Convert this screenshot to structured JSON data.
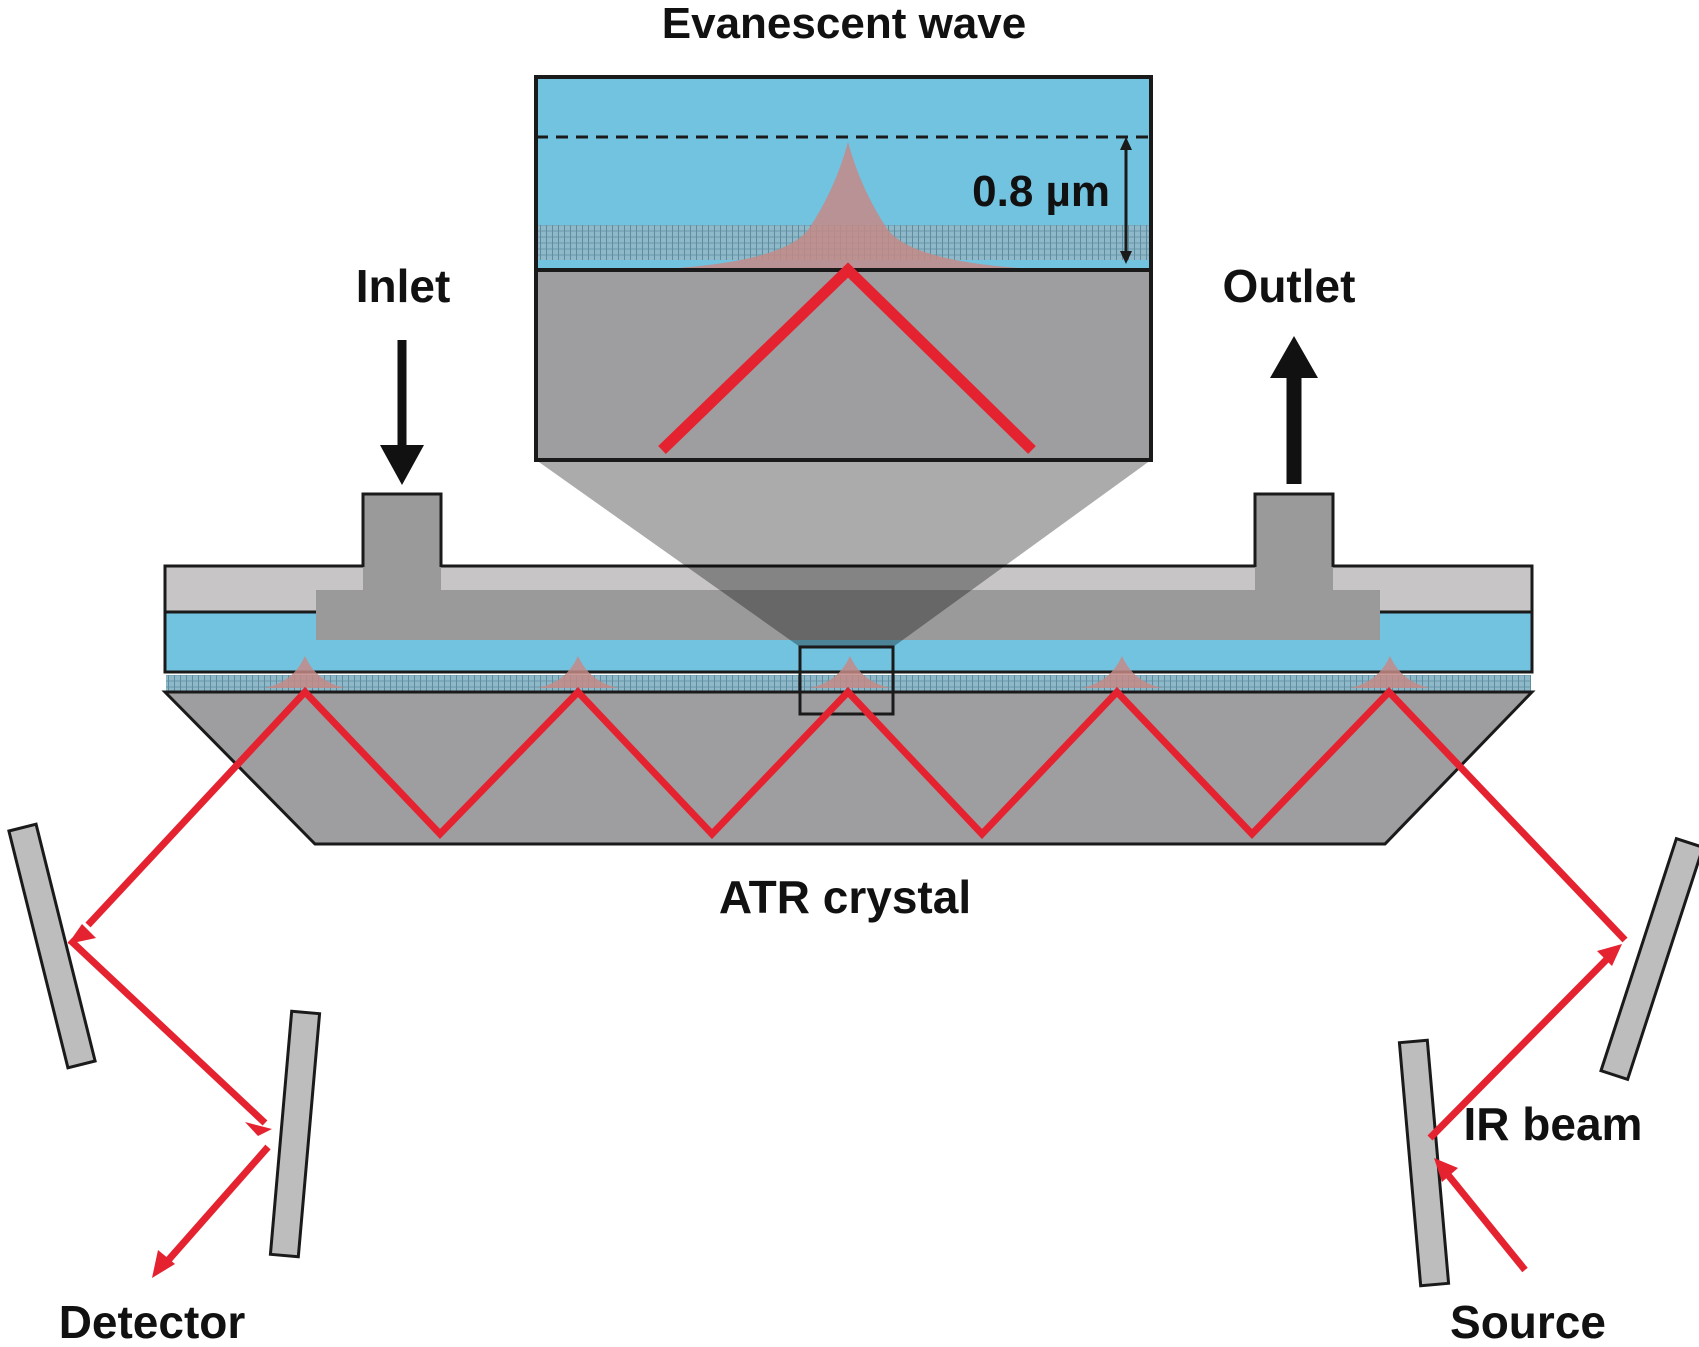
{
  "labels": {
    "title": "Evanescent wave",
    "depth": "0.8 µm",
    "inlet": "Inlet",
    "outlet": "Outlet",
    "crystal": "ATR crystal",
    "ir_beam": "IR beam",
    "detector": "Detector",
    "source": "Source"
  },
  "colors": {
    "water": "#72C3E0",
    "crystal": "#9E9EA0",
    "cell": "#C7C5C6",
    "channel_gray": "#9A9A9B",
    "beam": "#E52330",
    "evanescent": "#C48A86",
    "mirror": "#BDBDBD",
    "outline": "#1A1A1A"
  }
}
